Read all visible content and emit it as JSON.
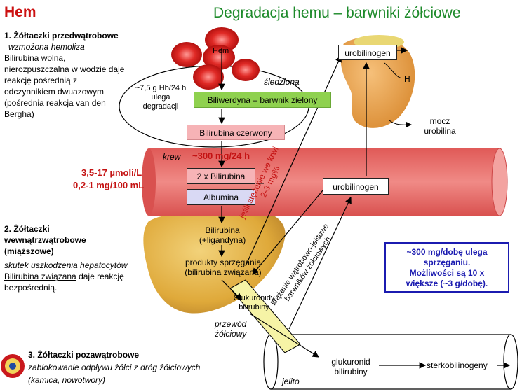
{
  "header": {
    "left_title": "Hem",
    "right_title": "Degradacja hemu – barwniki żółciowe"
  },
  "section1": {
    "title": "1. Żółtaczki przedwątrobowe",
    "cause": "wzmożona hemoliza",
    "line1_u": "Bilirubina wolna",
    "line1_rest": ",",
    "line2": "nierozpuszczalna w wodzie daje",
    "line3": "reakcję pośrednią z",
    "line4": "odczynnikiem dwuazowym",
    "line5": "(pośrednia reakcja van den",
    "line6": "Bergha)"
  },
  "section2": {
    "title1": "2. Żółtaczki",
    "title2": "wewnątrzwątrobowe",
    "title3": "(miąższowe)",
    "cause": "skutek uszkodzenia hepatocytów",
    "line1_u": "Bilirubina związana",
    "line1_rest": " daje reakcję",
    "line2": "bezpośrednią."
  },
  "section3": {
    "title": "3. Żółtaczki pozawątrobowe",
    "line1": "zablokowanie odpływu żółci z dróg żółciowych",
    "line2": "(kamica, nowotwory)"
  },
  "diagram": {
    "hem": "Hem",
    "hb1": "~7,5 g Hb/24 h",
    "hb2": "ulega",
    "hb3": "degradacji",
    "sledziona": "śledziona",
    "biliwerdyna": "Biliwerdyna – barwnik zielony",
    "bilirubina_czerwona": "Bilirubina czerwony",
    "krew": "krew",
    "rate": "~300 mg/24 h",
    "conc1": "3,5-17 µmoli/L",
    "conc2": "0,2-1 mg/100 mL",
    "bil2x": "2 x Bilirubina",
    "albumina": "Albumina",
    "blood_note1": "jeśli stężenie we krwi",
    "blood_note2": "2-3 mg%",
    "urobilinogen_top": "urobilinogen",
    "urobilinogen_mid": "urobilinogen",
    "kidney_h": "H",
    "mocz1": "mocz",
    "mocz2": "urobilina",
    "liver_bil1": "Bilirubina",
    "liver_bil2": "(+ligandyna)",
    "prod1": "produkty sprzęgania",
    "prod2": "(bilirubina związana)",
    "krazenie1": "krążenie wątrobowo-jelitowe",
    "krazenie2": "barwników żółciowych",
    "gluk1": "Glukuronidy",
    "gluk2": "bilirubiny",
    "przewod1": "przewód",
    "przewod2": "żółciowy",
    "jelito": "jelito",
    "gluk_jel1": "glukuronid",
    "gluk_jel2": "bilirubiny",
    "sterko": "sterkobilinogeny"
  },
  "note_box": {
    "line1": "~300 mg/dobę ulega",
    "line2": "sprzęganiu.",
    "line3": "Możliwości są 10 x",
    "line4": "większe (~3 g/dobę)."
  },
  "colors": {
    "title_red": "#cc1111",
    "title_green": "#1d8a2a",
    "vessel_fill": "#e8716f",
    "green_box": "#8fd14f",
    "pink_box": "#f6b3b6",
    "album_box": "#d9d9f4",
    "note_blue": "#1b1bb0",
    "liver": "#e2b148",
    "rbc": "#d41f22"
  }
}
